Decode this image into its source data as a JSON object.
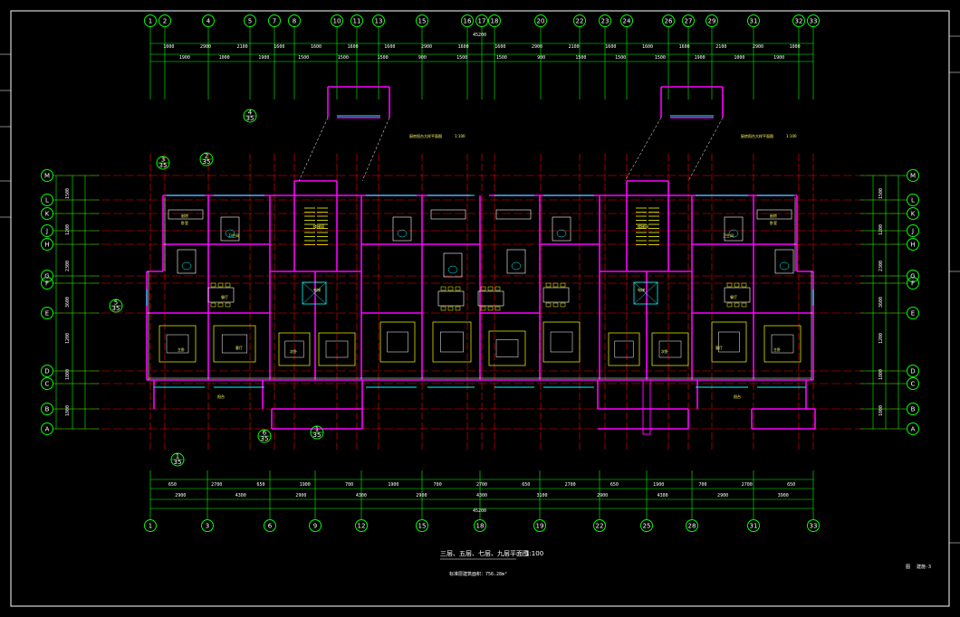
{
  "drawing": {
    "title": "三层、五层、七层、九层平面图",
    "title_scale": "1:100",
    "area_note": "标准层建筑面积：756.28m²",
    "stamp": "图",
    "stamp_code": "建施-3",
    "detail_note_left": "厨房阳台大样平面图",
    "detail_note_left_scale": "1:100",
    "detail_note_right": "厨房阳台大样平面图",
    "detail_note_right_scale": "1:100",
    "total_dim_top": "45200",
    "total_dim_bottom": "45200",
    "colors": {
      "background": "#000000",
      "axis": "#00ff00",
      "grid": "#ff0000",
      "wall": "#ff00ff",
      "fixture": "#ffff00",
      "window": "#00ffff",
      "text": "#ffffff"
    }
  },
  "axes": {
    "top": [
      "1",
      "2",
      "4",
      "5",
      "7",
      "8",
      "10",
      "11",
      "13",
      "15",
      "16",
      "17",
      "18",
      "20",
      "22",
      "23",
      "24",
      "26",
      "27",
      "29",
      "31",
      "32",
      "33"
    ],
    "bottom": [
      "1",
      "3",
      "6",
      "9",
      "12",
      "15",
      "18",
      "19",
      "22",
      "25",
      "28",
      "31",
      "33"
    ],
    "left": [
      "M",
      "L",
      "K",
      "J",
      "H",
      "G",
      "F",
      "E",
      "D",
      "C",
      "B",
      "A"
    ],
    "right": [
      "M",
      "L",
      "K",
      "J",
      "H",
      "G",
      "F",
      "E",
      "D",
      "C",
      "B",
      "A"
    ]
  },
  "dims": {
    "top_row1": [
      "1000",
      "2900",
      "2100",
      "1600",
      "1600",
      "1600",
      "1600",
      "2900",
      "1600",
      "1600",
      "2900",
      "2100",
      "1600",
      "1600",
      "1600",
      "2100",
      "2900",
      "1000"
    ],
    "top_row2": [
      "1900",
      "1000",
      "1900",
      "1500",
      "1500",
      "1500",
      "900",
      "1500",
      "1500",
      "900",
      "1500",
      "1500",
      "1500",
      "1900",
      "1000",
      "1900"
    ],
    "bottom_row1": [
      "650",
      "2700",
      "650",
      "1900",
      "700",
      "1900",
      "700",
      "2700",
      "650",
      "2700",
      "650",
      "1900",
      "700",
      "2700",
      "650"
    ],
    "bottom_row2": [
      "2900",
      "4300",
      "2900",
      "4300",
      "2900",
      "4300",
      "3100",
      "2900",
      "4300",
      "2900",
      "3900"
    ],
    "left_side": [
      "1500",
      "1200",
      "2300",
      "3600",
      "1200",
      "1800",
      "1800"
    ],
    "right_side": [
      "1500",
      "1200",
      "2300",
      "3600",
      "1200",
      "1800",
      "1800"
    ]
  },
  "detail_bubbles": [
    "3/35",
    "2/35",
    "1/35",
    "5/35",
    "4/35",
    "6/35",
    "1/35"
  ],
  "room_labels": [
    "卧室",
    "卫生间",
    "厨房",
    "餐厅",
    "客厅",
    "阳台",
    "主卧",
    "次卧",
    "楼梯间",
    "电梯"
  ]
}
